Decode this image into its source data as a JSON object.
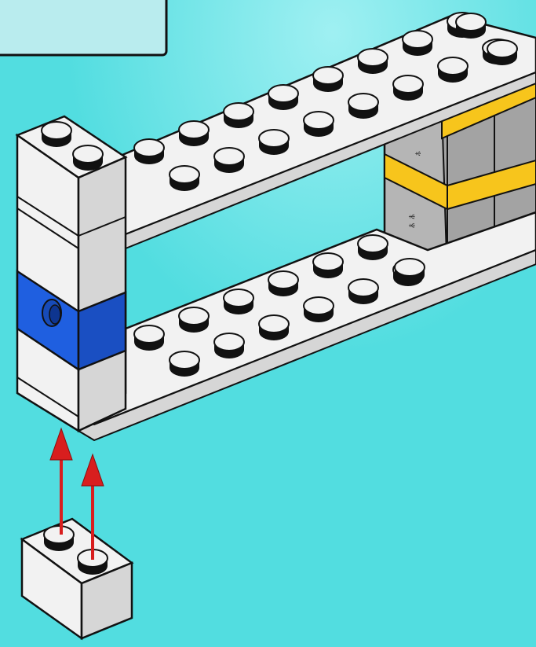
{
  "instruction": {
    "step_number": "",
    "callout_box": {},
    "assembly_direction": "up"
  },
  "colors": {
    "background_light": "#9ff0f2",
    "background": "#52dde0",
    "brick_white": "#f2f2f2",
    "brick_white_shade": "#d6d6d6",
    "brick_blue": "#1f5fe0",
    "brick_yellow": "#f7c51c",
    "brick_gray": "#b5b5b5",
    "outline": "#111111",
    "arrow": "#d81e1e"
  },
  "parts": [
    {
      "name": "vertical-column",
      "color": "white",
      "features": [
        "blue-technic-brick-with-hole"
      ]
    },
    {
      "name": "upper-plate",
      "color": "white"
    },
    {
      "name": "lower-plate",
      "color": "white"
    },
    {
      "name": "gray-block-stack",
      "color": "gray"
    },
    {
      "name": "yellow-plate-upper",
      "color": "yellow"
    },
    {
      "name": "yellow-plate-lower",
      "color": "yellow"
    },
    {
      "name": "loose-brick-1x2",
      "color": "white",
      "studs": 2
    }
  ],
  "arrows": [
    {
      "name": "arrow-left",
      "direction": "up"
    },
    {
      "name": "arrow-right",
      "direction": "up"
    }
  ]
}
